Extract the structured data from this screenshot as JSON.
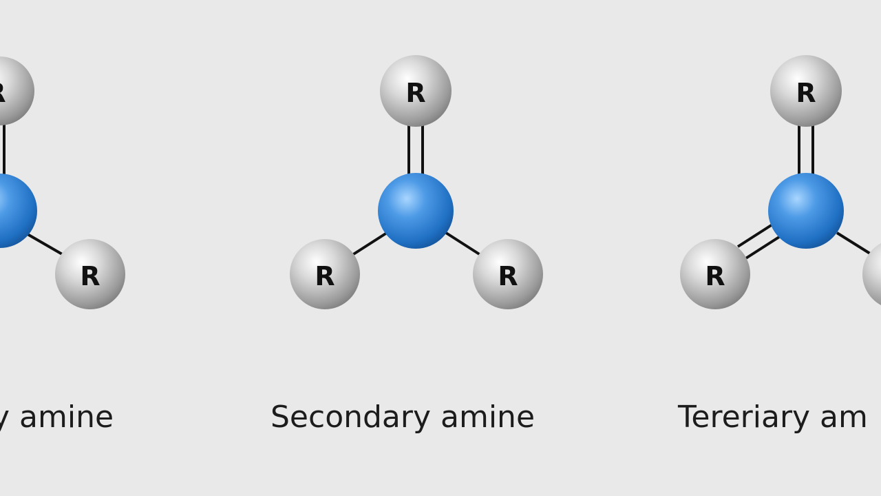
{
  "captions": {
    "left": "y amine",
    "center": "Secondary amine",
    "right": "Tereriary am"
  },
  "atom_label": "R",
  "colors": {
    "background": "#e9e9e9",
    "nitrogen": "#2f7fd0",
    "substituent": "#b8b8b8",
    "bond": "#111111",
    "text": "#1c1c1c"
  }
}
